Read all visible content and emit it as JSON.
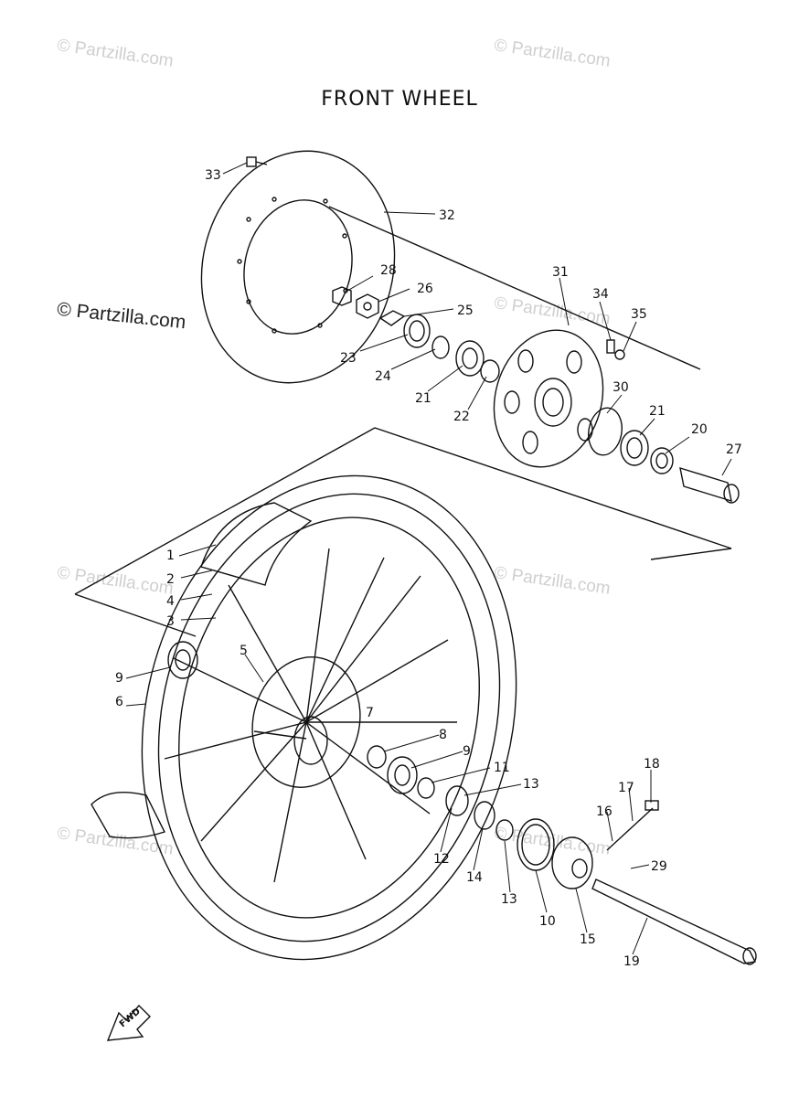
{
  "title": "FRONT WHEEL",
  "watermark": "© Partzilla.com",
  "fwd_label": "FWD",
  "callouts": [
    "1",
    "2",
    "3",
    "4",
    "5",
    "6",
    "7",
    "8",
    "9",
    "9",
    "10",
    "11",
    "12",
    "13",
    "13",
    "14",
    "15",
    "16",
    "17",
    "18",
    "19",
    "20",
    "21",
    "21",
    "22",
    "23",
    "24",
    "25",
    "26",
    "27",
    "28",
    "29",
    "30",
    "31",
    "32",
    "33",
    "34",
    "35"
  ],
  "colors": {
    "line": "#111111",
    "watermark": "#cfcfcf",
    "background": "#ffffff"
  }
}
